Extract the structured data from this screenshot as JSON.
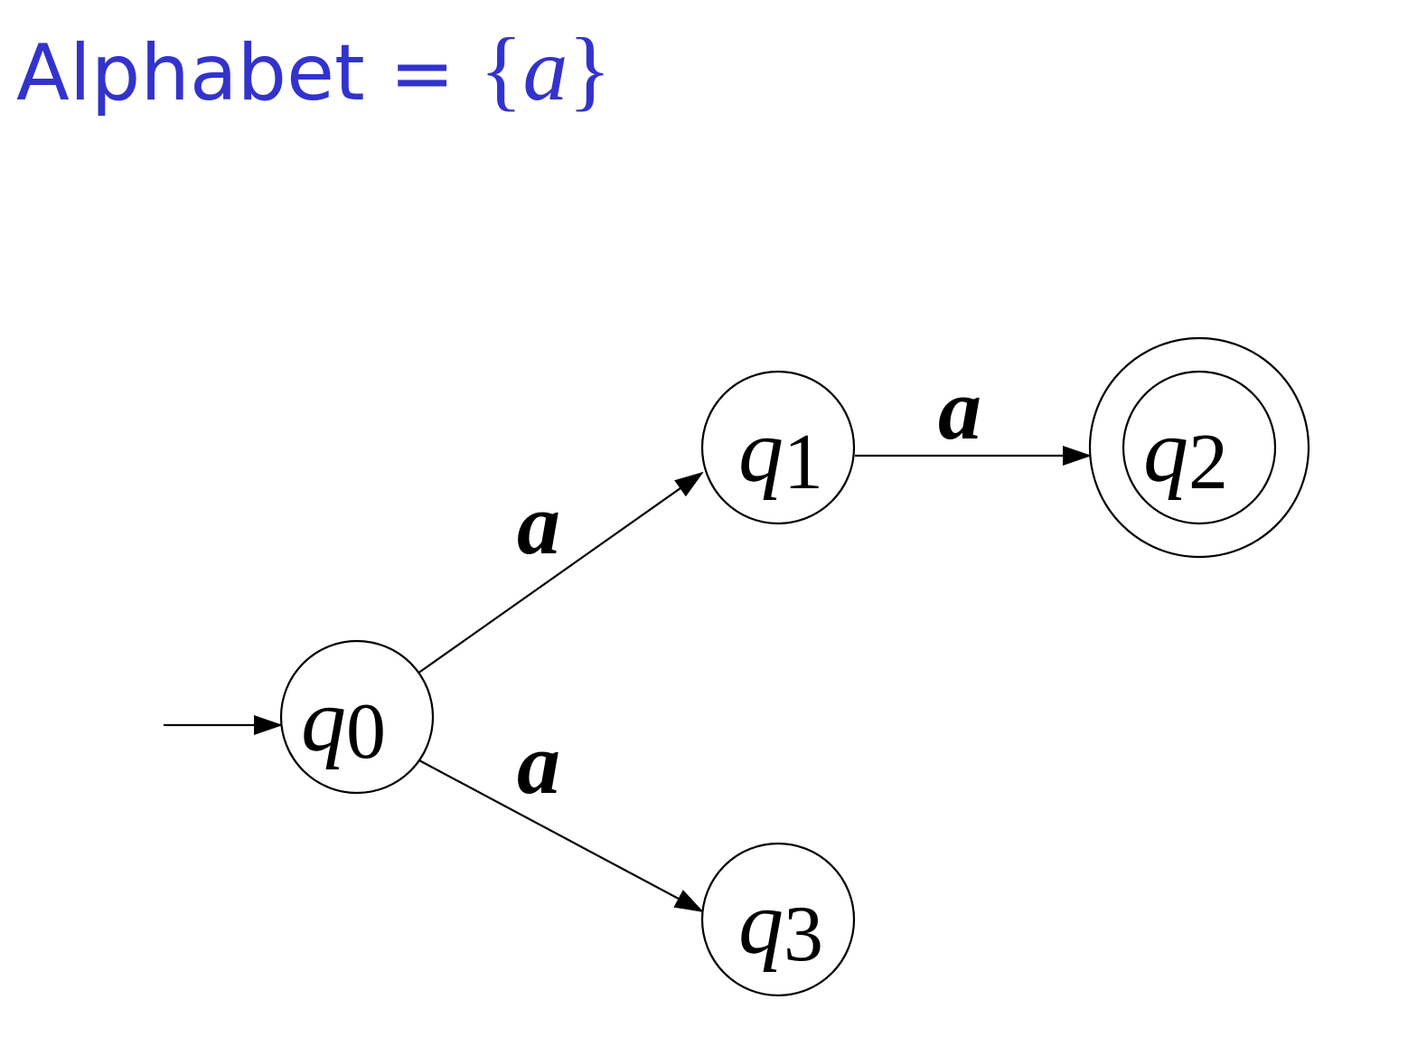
{
  "title": {
    "prefix": "Alphabet = ",
    "open": "{",
    "symbol": "a",
    "close": "}"
  },
  "states": [
    {
      "id": "q0",
      "letter": "q",
      "sub": "0",
      "initial": true,
      "accepting": false
    },
    {
      "id": "q1",
      "letter": "q",
      "sub": "1",
      "initial": false,
      "accepting": false
    },
    {
      "id": "q2",
      "letter": "q",
      "sub": "2",
      "initial": false,
      "accepting": true
    },
    {
      "id": "q3",
      "letter": "q",
      "sub": "3",
      "initial": false,
      "accepting": false
    }
  ],
  "transitions": [
    {
      "from": "q0",
      "to": "q1",
      "label": "a"
    },
    {
      "from": "q1",
      "to": "q2",
      "label": "a"
    },
    {
      "from": "q0",
      "to": "q3",
      "label": "a"
    }
  ],
  "colors": {
    "title": "#3333cc",
    "stroke": "#000000"
  }
}
